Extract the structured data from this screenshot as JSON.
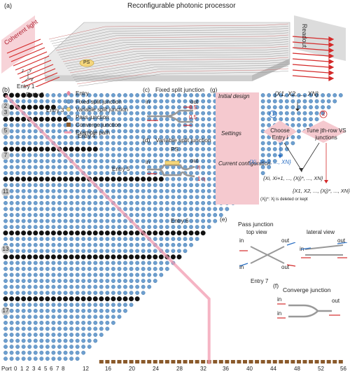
{
  "panel_a": {
    "label": "(a)",
    "title": "Reconfigurable photonic processor",
    "left_banner": "Coherent light",
    "right_banner": "Readout",
    "ps_label": "PS",
    "axes": {
      "z": "z",
      "y": "y",
      "x": "x"
    }
  },
  "panel_b": {
    "label": "(b)",
    "entries": [
      "Entry 1",
      "Entry 2",
      "Entry 3",
      "Entry 4",
      "Entry 5",
      "Entry 6",
      "Entry 7"
    ],
    "row_labels": [
      "2",
      "3",
      "5",
      "7",
      "11",
      "13",
      "17"
    ],
    "legend": {
      "entry": "Entry",
      "fixed": "Fixed split junction",
      "variable": "Variable split junction",
      "pass": "Pass junction",
      "converge": "Converge junction",
      "example": "Example path"
    },
    "port_label": "Port",
    "port_numbers": [
      "0",
      "1",
      "2",
      "3",
      "4",
      "5",
      "6",
      "7",
      "8",
      "12",
      "16",
      "20",
      "24",
      "28",
      "32",
      "36",
      "40",
      "44",
      "48",
      "52",
      "56"
    ],
    "colors": {
      "node": "#6d9fd0",
      "converge": "#8a5a2b",
      "fixed": "#e88aa0",
      "path": "#f29bb0"
    }
  },
  "panel_c": {
    "label": "(c)",
    "title": "Fixed split junction",
    "in": "in",
    "out": "out",
    "v1": "0.5",
    "v2": "0.5"
  },
  "panel_d": {
    "label": "(d)",
    "title": "Variable split junction",
    "ps": "PS",
    "in": "in",
    "out": "out",
    "eta": "η",
    "one_minus_eta": "1-η"
  },
  "panel_e": {
    "label": "(e)",
    "title": "Pass junction",
    "top": "top view",
    "lateral": "lateral view",
    "in": "in",
    "out": "out"
  },
  "panel_f": {
    "label": "(f)",
    "title": "Converge junction",
    "in": "in",
    "out": "out"
  },
  "panel_g": {
    "label": "(g)",
    "initial_design": "Initial design",
    "settings": "Settings",
    "current_configuration": "Current configuration",
    "set_all": "{X1, X2, ..., XN}",
    "option1_num": "1",
    "option2_num": "2",
    "option1": "Choose Entry i",
    "option2": "Tune jth-row VS junctions",
    "result_a": "{Xi, Xi+1, ..., XN}",
    "result_b": "{Xi, Xi+1, ..., (Xj)*, ..., XN}",
    "result_c": "{X1, X2, ..., (Xj)*, ..., XN}",
    "footnote": "(Xj)*: Xj is deleted or kept"
  }
}
